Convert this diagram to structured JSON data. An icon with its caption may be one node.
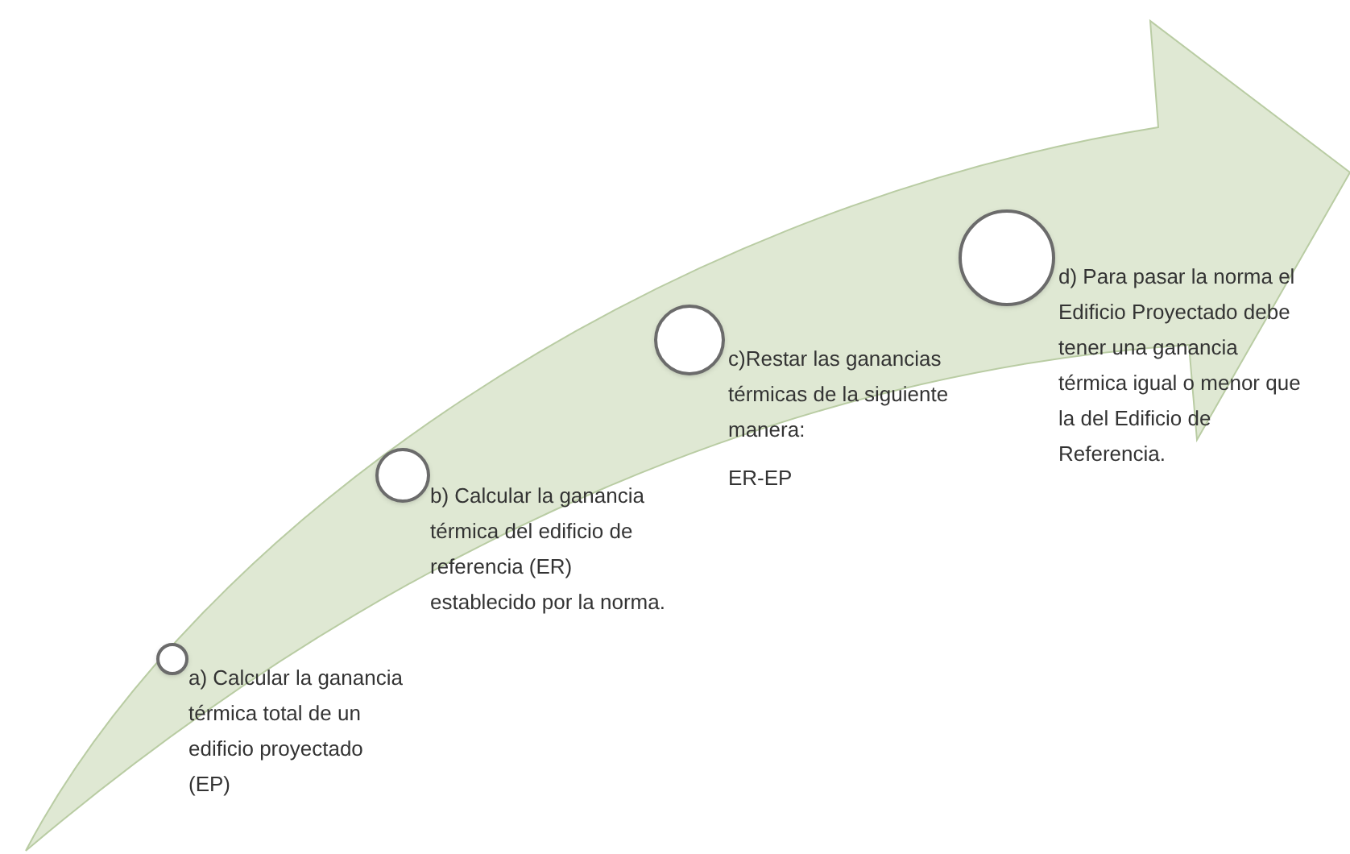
{
  "diagram": {
    "nodes": [
      {
        "text": [],
        "shape": "circle",
        "beside": [
          "a) Calcular la ganancia térmica total de un edificio proyectado (EP)"
        ]
      },
      {
        "text": [],
        "shape": "circle",
        "beside": [
          "b) Calcular la ganancia térmica del edificio de referencia  (ER) establecido por la norma."
        ]
      },
      {
        "text": [],
        "shape": "circle",
        "beside": [
          "c)Restar las ganancias térmicas de la siguiente manera:",
          "ER-EP"
        ]
      },
      {
        "text": [],
        "shape": "circle",
        "beside": [
          "d) Para pasar la norma el Edificio Proyectado debe tener una ganancia térmica igual o menor que la del Edificio de Referencia."
        ]
      }
    ]
  }
}
